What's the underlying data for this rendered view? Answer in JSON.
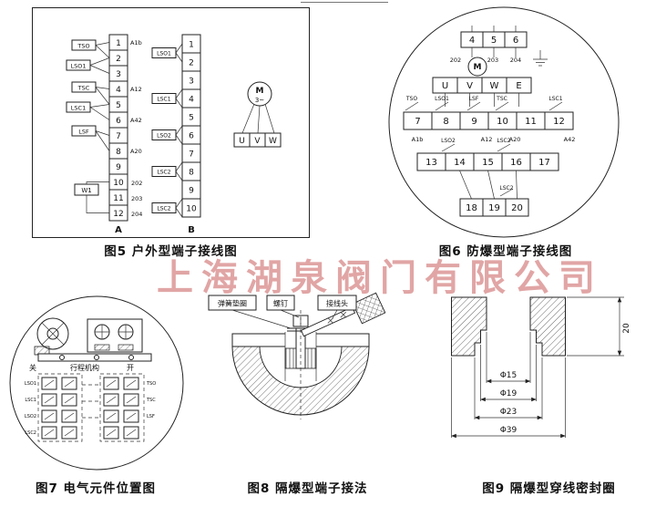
{
  "watermark": "上海湖泉阀门有限公司",
  "fig5": {
    "caption": "图5  户外型端子接线图",
    "strip_a": {
      "label": "A",
      "terminals": [
        "1",
        "2",
        "3",
        "4",
        "5",
        "6",
        "7",
        "8",
        "9",
        "10",
        "11",
        "12"
      ]
    },
    "strip_b": {
      "label": "B",
      "terminals": [
        "1",
        "2",
        "3",
        "4",
        "5",
        "6",
        "7",
        "8",
        "9",
        "10"
      ]
    },
    "switches_a": [
      "TSO",
      "LSO1",
      "TSC",
      "LSC1",
      "LSF"
    ],
    "nodes_a": [
      "A1b",
      "A12",
      "A42",
      "A20"
    ],
    "wire_numbers": [
      "202",
      "203",
      "204"
    ],
    "resistor": "W1",
    "switches_b": [
      "LSO1",
      "LSC1",
      "LSO2",
      "LSC2",
      "LSC2"
    ],
    "motor": {
      "label": "M",
      "phase": "3~",
      "terminals": [
        "U",
        "V",
        "W"
      ]
    }
  },
  "fig6": {
    "caption": "图6  防爆型端子接线图",
    "top_terminals": [
      "4",
      "5",
      "6"
    ],
    "wire_numbers": [
      "202",
      "203",
      "204"
    ],
    "motor": "M",
    "phase_terminals": [
      "U",
      "V",
      "W",
      "E"
    ],
    "mid_terminals": [
      "7",
      "8",
      "9",
      "10",
      "11",
      "12"
    ],
    "mid_switches": [
      "TSO",
      "LSO1",
      "LSF",
      "TSC",
      "LSC1"
    ],
    "nodes": [
      "A1b",
      "A12",
      "A20",
      "A42"
    ],
    "lower_terminals": [
      "13",
      "14",
      "15",
      "16",
      "17"
    ],
    "lower_switches": [
      "LSO2",
      "LSC2"
    ],
    "bottom_terminals": [
      "18",
      "19",
      "20"
    ],
    "bottom_switch": "LSC2"
  },
  "fig7": {
    "caption": "图7  电气元件位置图",
    "labels": {
      "close": "关",
      "mechanism": "行程机构",
      "open": "开"
    },
    "left_contacts": [
      "LSO1",
      "LSC1",
      "LSO2",
      "LSC2"
    ],
    "right_contacts": [
      "TSO",
      "TSC",
      "LSF"
    ]
  },
  "fig8": {
    "caption": "图8  隔爆型端子接法",
    "labels": {
      "spring_washer": "弹簧垫圈",
      "screw": "螺钉",
      "terminal": "接线头"
    }
  },
  "fig9": {
    "caption": "图9  隔爆型穿线密封圈",
    "dims": {
      "d15": "Φ15",
      "d19": "Φ19",
      "d23": "Φ23",
      "d39": "Φ39",
      "height": "20"
    }
  }
}
